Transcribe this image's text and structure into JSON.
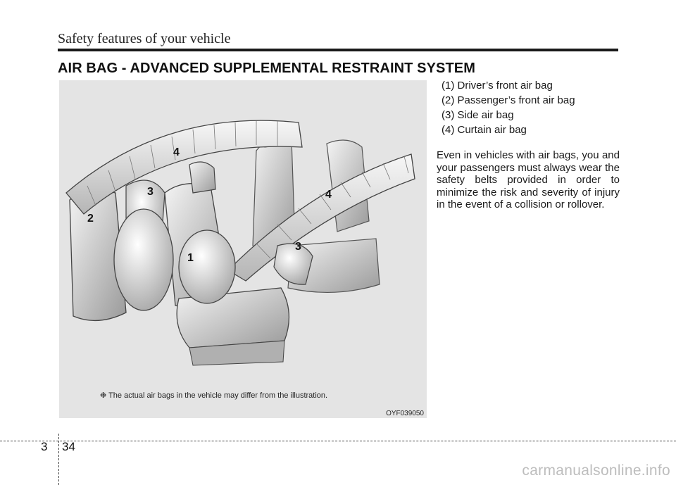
{
  "header": {
    "title": "Safety features of your vehicle"
  },
  "section": {
    "heading": "AIR BAG - ADVANCED SUPPLEMENTAL RESTRAINT SYSTEM"
  },
  "figure": {
    "callouts": [
      "4",
      "3",
      "2",
      "1",
      "4",
      "3"
    ],
    "note": "❉ The actual air bags in the vehicle may differ from the illustration.",
    "code": "OYF039050"
  },
  "legend": [
    "(1) Driver’s front air bag",
    "(2) Passenger’s front air bag",
    "(3) Side air bag",
    "(4) Curtain air bag"
  ],
  "body": {
    "paragraph": "Even in vehicles with air bags, you and your passengers must always wear the safety belts provided in order to minimize the risk and severity of injury in the event of a collision or rollover."
  },
  "footer": {
    "chapter": "3",
    "page": "34"
  },
  "watermark": "carmanualsonline.info"
}
